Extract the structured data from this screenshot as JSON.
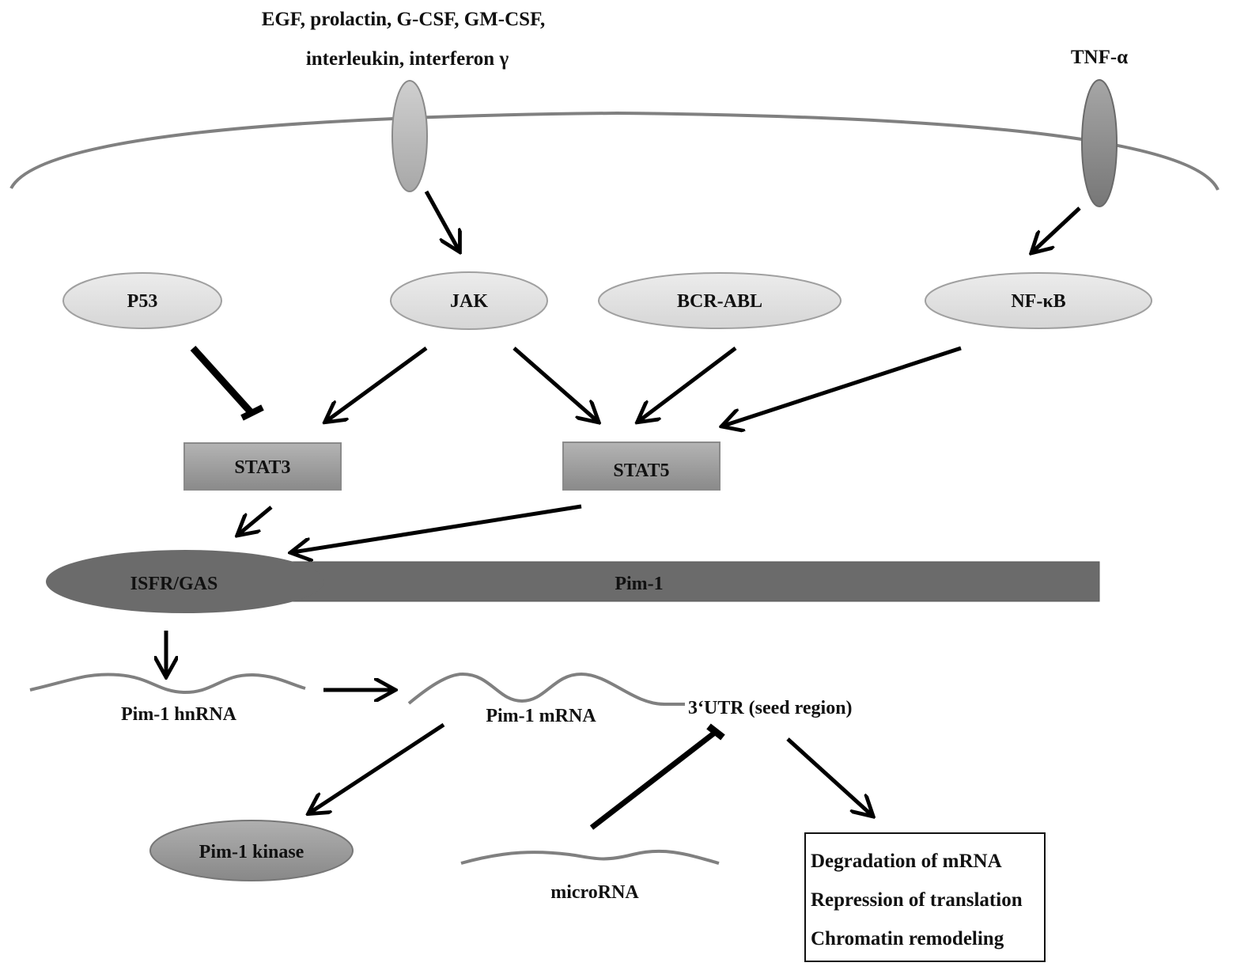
{
  "ligands": {
    "line1": "EGF,  prolactin,  G-CSF, GM-CSF,",
    "line2": "interleukin,  interferon γ",
    "tnf": "TNF-α"
  },
  "nodes": {
    "p53": "P53",
    "jak": "JAK",
    "bcr_abl": "BCR-ABL",
    "nfkb": "NF-κB",
    "stat3": "STAT3",
    "stat5": "STAT5",
    "promoter": "ISFR/GAS",
    "gene": "Pim-1",
    "hnrna": "Pim-1 hnRNA",
    "mrna": "Pim-1 mRNA",
    "utr": "3‘UTR (seed region)",
    "kinase": "Pim-1 kinase",
    "microrna": "microRNA"
  },
  "effects": [
    "Degradation of mRNA",
    "Repression of translation",
    "Chromatin remodeling"
  ],
  "edges": [
    {
      "from": "cytokine-receptor",
      "to": "jak",
      "type": "activation"
    },
    {
      "from": "tnf-receptor",
      "to": "nfkb",
      "type": "activation"
    },
    {
      "from": "p53",
      "to": "stat3",
      "type": "inhibition"
    },
    {
      "from": "jak",
      "to": "stat3",
      "type": "activation"
    },
    {
      "from": "jak",
      "to": "stat5",
      "type": "activation"
    },
    {
      "from": "bcr_abl",
      "to": "stat5",
      "type": "activation"
    },
    {
      "from": "nfkb",
      "to": "stat5",
      "type": "activation"
    },
    {
      "from": "stat3",
      "to": "promoter",
      "type": "activation"
    },
    {
      "from": "stat5",
      "to": "promoter",
      "type": "activation"
    },
    {
      "from": "promoter",
      "to": "hnrna",
      "type": "activation"
    },
    {
      "from": "hnrna",
      "to": "mrna",
      "type": "activation"
    },
    {
      "from": "mrna",
      "to": "kinase",
      "type": "activation"
    },
    {
      "from": "microrna",
      "to": "utr",
      "type": "inhibition"
    },
    {
      "from": "utr",
      "to": "effects",
      "type": "activation"
    }
  ],
  "colors": {
    "membrane": "#808080",
    "light_node": "#e4e4e4",
    "mid_node": "#9a9a9a",
    "dark_node": "#6b6b6b",
    "rna": "#808080",
    "arrow": "#000000"
  }
}
